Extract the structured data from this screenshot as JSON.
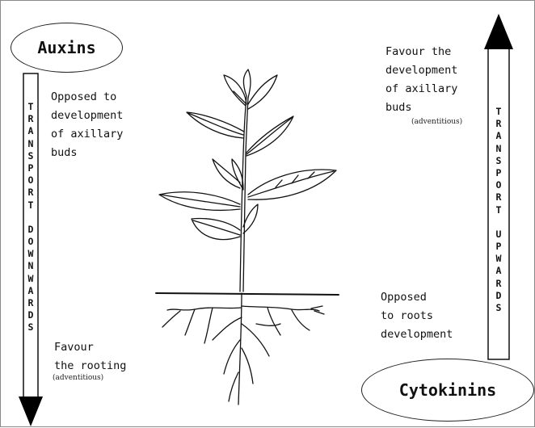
{
  "auxins": {
    "label": "Auxins",
    "transport": "TRANSPORT DOWNWARDS",
    "note_top": "Opposed to\ndevelopment\nof axillary\nbuds",
    "note_bottom": "Favour\nthe rooting",
    "note_bottom_small": "(adventitious)"
  },
  "cytokinins": {
    "label": "Cytokinins",
    "transport": "TRANSPORT UPWARDS",
    "note_top": "Favour the\ndevelopment\nof axillary\nbuds",
    "note_top_small": "(adventitious)",
    "note_bottom": "Opposed\nto roots\ndevelopment"
  },
  "icons": {
    "down_arrow": "arrow-down-icon",
    "up_arrow": "arrow-up-icon",
    "plant": "plant-illustration"
  }
}
